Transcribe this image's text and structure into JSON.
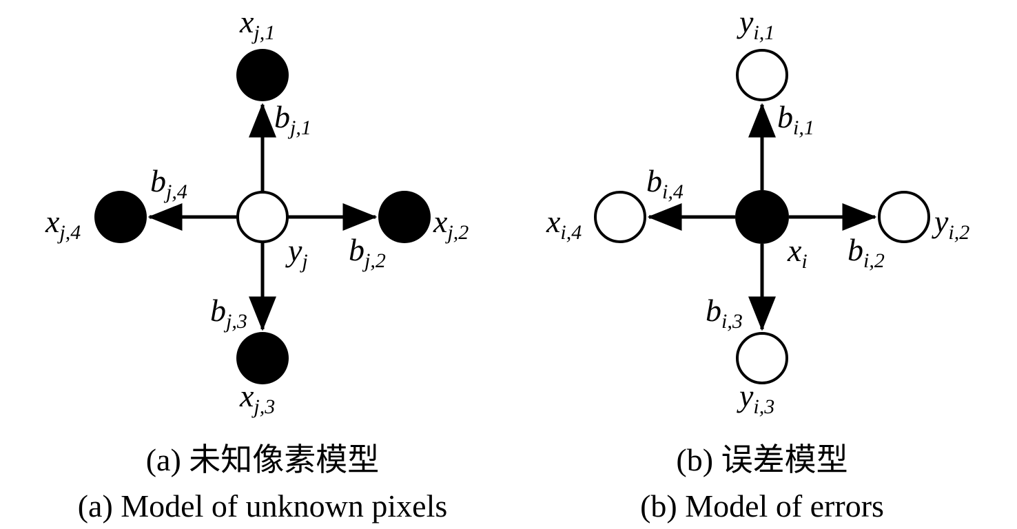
{
  "panel_a": {
    "center": {
      "base": "y",
      "sub": "j"
    },
    "nodes": [
      {
        "base": "x",
        "sub": "j,1"
      },
      {
        "base": "x",
        "sub": "j,2"
      },
      {
        "base": "x",
        "sub": "j,3"
      },
      {
        "base": "x",
        "sub": "j,4"
      }
    ],
    "edges": [
      {
        "base": "b",
        "sub": "j,1"
      },
      {
        "base": "b",
        "sub": "j,2"
      },
      {
        "base": "b",
        "sub": "j,3"
      },
      {
        "base": "b",
        "sub": "j,4"
      }
    ],
    "caption_cn": "(a) 未知像素模型",
    "caption_en": "(a) Model of unknown pixels"
  },
  "panel_b": {
    "center": {
      "base": "x",
      "sub": "i"
    },
    "nodes": [
      {
        "base": "y",
        "sub": "i,1"
      },
      {
        "base": "y",
        "sub": "i,2"
      },
      {
        "base": "y",
        "sub": "i,3"
      },
      {
        "base": "x",
        "sub": "i,4"
      }
    ],
    "edges": [
      {
        "base": "b",
        "sub": "i,1"
      },
      {
        "base": "b",
        "sub": "i,2"
      },
      {
        "base": "b",
        "sub": "i,3"
      },
      {
        "base": "b",
        "sub": "i,4"
      }
    ],
    "caption_cn": "(b) 误差模型",
    "caption_en": "(b) Model of errors"
  },
  "colors": {
    "filled": "#000000",
    "hollow": "#ffffff",
    "stroke": "#000000"
  }
}
